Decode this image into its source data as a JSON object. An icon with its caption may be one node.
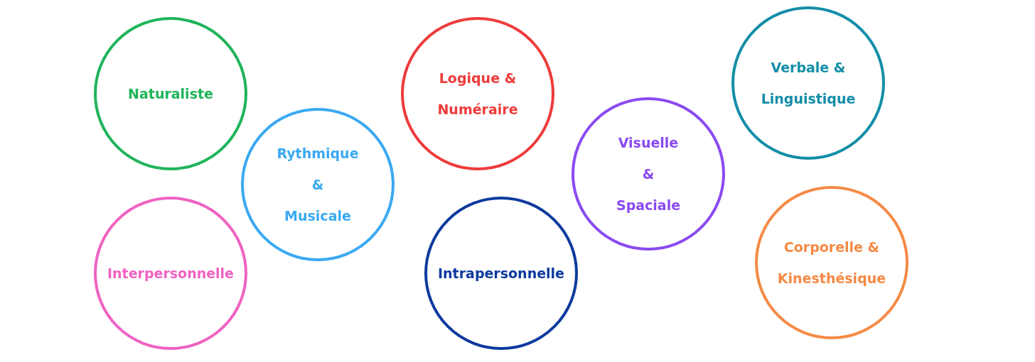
{
  "diagram": {
    "nodes": [
      {
        "text": [
          "Naturaliste"
        ]
      },
      {
        "text": [
          "Logique & Numéraire"
        ]
      },
      {
        "text": [
          "Verbale & Linguistique"
        ]
      },
      {
        "text": [
          "Rythmique & Musicale"
        ]
      },
      {
        "text": [
          "Visuelle & Spaciale"
        ]
      },
      {
        "text": [
          "Corporelle & Kinesthésique"
        ]
      },
      {
        "text": [
          "Interpersonnelle"
        ]
      },
      {
        "text": [
          "Intrapersonnelle"
        ]
      }
    ]
  }
}
